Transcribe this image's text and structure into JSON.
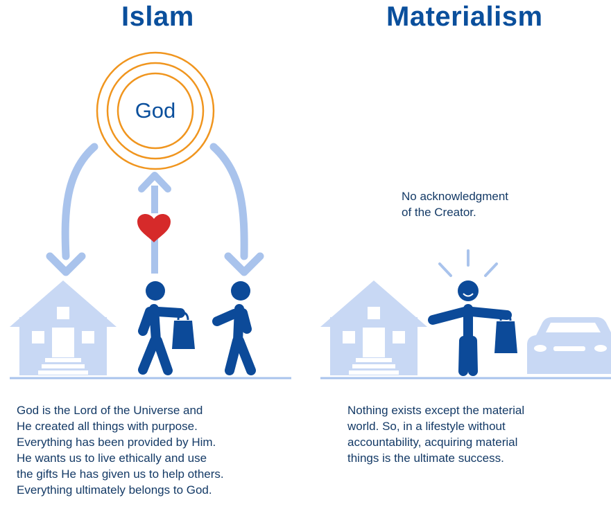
{
  "islam": {
    "title": "Islam",
    "god_label": "God",
    "description": [
      "God is the Lord of the Universe and",
      "He created all things with purpose.",
      "Everything has been provided by Him.",
      "He wants us to live ethically and use",
      "the gifts He has given us to help others.",
      "Everything ultimately belongs to God."
    ]
  },
  "materialism": {
    "title": "Materialism",
    "note": [
      "No acknowledgment",
      "of the Creator."
    ],
    "description": [
      "Nothing exists except the material",
      "world. So, in a lifestyle without",
      "accountability, acquiring material",
      "things is the ultimate success."
    ]
  },
  "colors": {
    "title_blue": "#0a4f9c",
    "figure_blue": "#0c4a99",
    "light_blue": "#a9c3ec",
    "house_blue": "#c8d8f4",
    "ring_orange": "#f0951e",
    "heart_red": "#d62a2a"
  }
}
